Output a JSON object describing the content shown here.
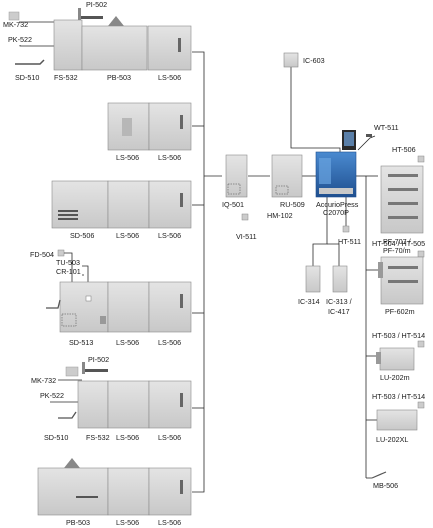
{
  "labels": {
    "pi502_a": "PI-502",
    "mk732_a": "MK-732",
    "pk522_a": "PK-522",
    "sd510_a": "SD-510",
    "fs532_a": "FS-532",
    "pb503_a": "PB-503",
    "ls506_a": "LS-506",
    "ls506_b1": "LS-506",
    "ls506_b2": "LS-506",
    "sd506": "SD-506",
    "ls506_c1": "LS-506",
    "ls506_c2": "LS-506",
    "fd504": "FD-504",
    "tu503": "TU-503",
    "cr101": "CR-101",
    "sd513": "SD-513",
    "ls506_d1": "LS-506",
    "ls506_d2": "LS-506",
    "pi502_b": "PI-502",
    "mk732_b": "MK-732",
    "pk522_b": "PK-522",
    "sd510_b": "SD-510",
    "fs532_b": "FS-532",
    "ls506_e1": "LS-506",
    "ls506_e2": "LS-506",
    "pb503_b": "PB-503",
    "ls506_f1": "LS-506",
    "ls506_f2": "LS-506",
    "ic603": "IC-603",
    "iq501": "IQ-501",
    "vi511": "VI-511",
    "ru509": "RU-509",
    "hm102": "HM-102",
    "accuriopress": "AccurioPress",
    "c2070p": "C2070P",
    "wt511": "WT-511",
    "ht511": "HT-511",
    "ic314": "IC-314",
    "ic313": "IC-313 /",
    "ic417": "IC-417",
    "ht506": "HT-506",
    "pf707": "PF-707 /",
    "pf70m": "PF-70/m",
    "ht504": "HT-504 / HT-505",
    "pf602m": "PF-602m",
    "ht503a": "HT-503 / HT-514",
    "lu202m": "LU-202m",
    "ht503b": "HT-503 / HT-514",
    "lu202xl": "LU-202XL",
    "mb506": "MB-506"
  },
  "colors": {
    "unit_fill": "#d6d6d6",
    "unit_stroke": "#8a8a8a",
    "press_blue": "#2f6fb7",
    "press_dark": "#1f4f8f",
    "line": "#2a2a2a"
  }
}
